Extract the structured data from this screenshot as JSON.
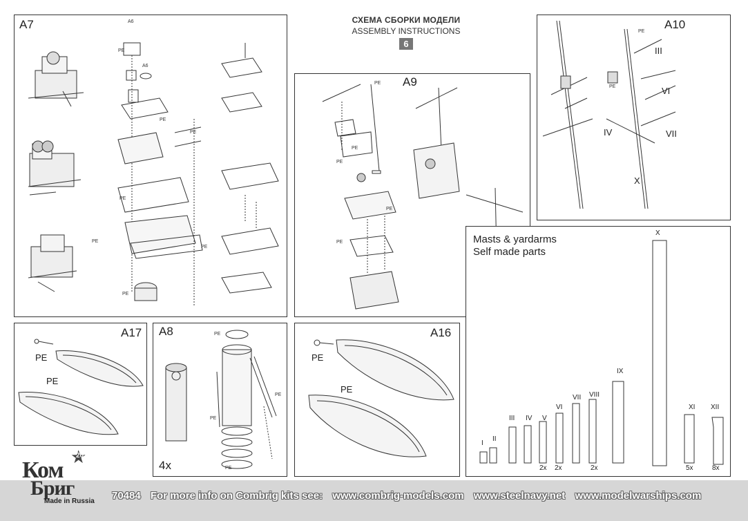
{
  "header": {
    "title_ru": "СХЕМА СБОРКИ МОДЕЛИ",
    "title_en": "ASSEMBLY INSTRUCTIONS",
    "page_number": "6"
  },
  "panels": {
    "a7": "A7",
    "a9": "A9",
    "a10": "A10",
    "a17": "A17",
    "a8": "A8",
    "a16": "A16",
    "masts_title_1": "Masts & yardarms",
    "masts_title_2": "Self made parts"
  },
  "tags": {
    "pe": "PE",
    "a6": "A6",
    "a8_qty": "4x"
  },
  "a10_labels": [
    "III",
    "VI",
    "IV",
    "VII",
    "X"
  ],
  "parts": [
    {
      "roman": "I",
      "qty": ""
    },
    {
      "roman": "II",
      "qty": ""
    },
    {
      "roman": "III",
      "qty": ""
    },
    {
      "roman": "IV",
      "qty": ""
    },
    {
      "roman": "V",
      "qty": "2x"
    },
    {
      "roman": "VI",
      "qty": "2x"
    },
    {
      "roman": "VII",
      "qty": ""
    },
    {
      "roman": "VIII",
      "qty": "2x"
    },
    {
      "roman": "IX",
      "qty": ""
    },
    {
      "roman": "X",
      "qty": ""
    },
    {
      "roman": "XI",
      "qty": "5x"
    },
    {
      "roman": "XII",
      "qty": "8x"
    }
  ],
  "logo": {
    "line1": "Ком",
    "line2": "Бриг",
    "badge": "20",
    "made": "Made in Russia"
  },
  "footer": {
    "kit_number": "70484",
    "info": "For more info on Combrig kits see:",
    "site1": "www.combrig-models.com",
    "site2": "www.steelnavy.net",
    "site3": "www.modelwarships.com"
  }
}
